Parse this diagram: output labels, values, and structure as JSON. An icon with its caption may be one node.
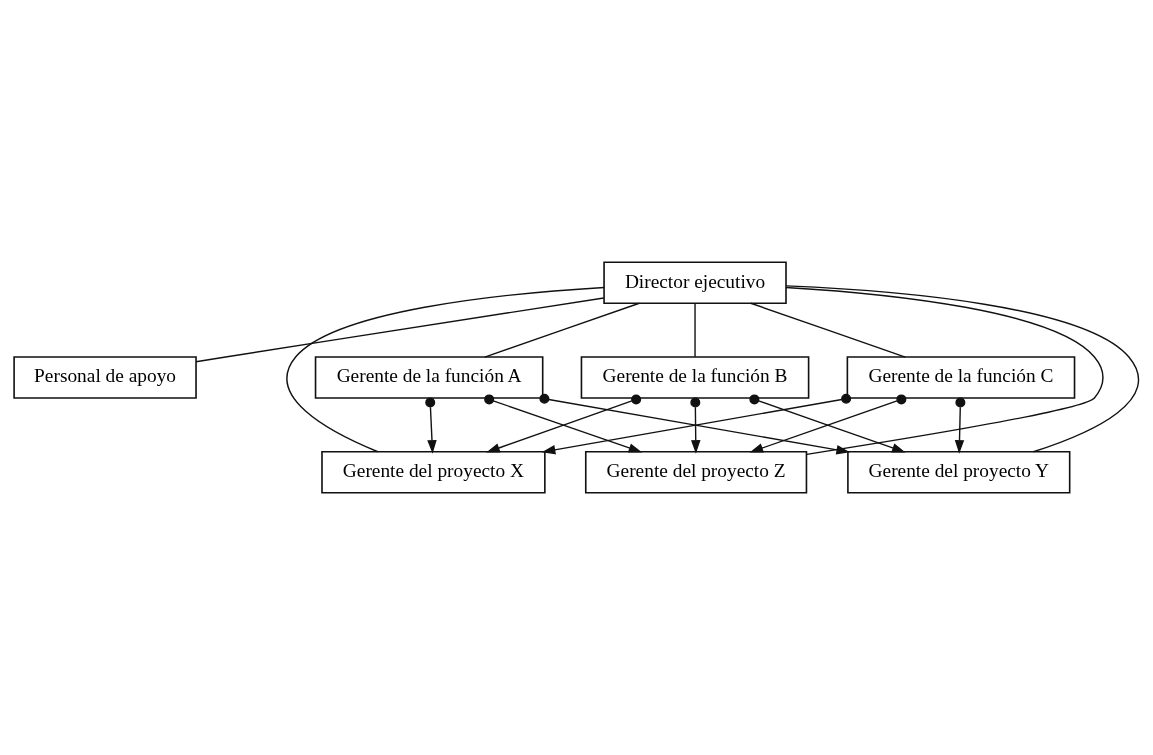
{
  "diagram": {
    "nodes": [
      {
        "text": [
          "Director ejecutivo"
        ]
      },
      {
        "text": [
          "Personal de apoyo"
        ]
      },
      {
        "text": [
          "Gerente de la función A"
        ]
      },
      {
        "text": [
          "Gerente de la función B"
        ]
      },
      {
        "text": [
          "Gerente de la función C"
        ]
      },
      {
        "text": [
          "Gerente del proyecto X"
        ]
      },
      {
        "text": [
          "Gerente del proyecto Y"
        ]
      },
      {
        "text": [
          "Gerente del proyecto Z"
        ]
      }
    ],
    "edges": [
      {
        "from": 0,
        "to": 1,
        "arrow": "none"
      },
      {
        "from": 0,
        "to": 2,
        "arrow": "none"
      },
      {
        "from": 0,
        "to": 3,
        "arrow": "none"
      },
      {
        "from": 0,
        "to": 4,
        "arrow": "none"
      },
      {
        "from": 0,
        "to": 5,
        "arrow": "none"
      },
      {
        "from": 0,
        "to": 6,
        "arrow": "none"
      },
      {
        "from": 0,
        "to": 7,
        "arrow": "none"
      },
      {
        "from": 2,
        "to": 5,
        "arrow": "to"
      },
      {
        "from": 2,
        "to": 6,
        "arrow": "to"
      },
      {
        "from": 2,
        "to": 7,
        "arrow": "to"
      },
      {
        "from": 3,
        "to": 5,
        "arrow": "to"
      },
      {
        "from": 3,
        "to": 6,
        "arrow": "to"
      },
      {
        "from": 3,
        "to": 7,
        "arrow": "to"
      },
      {
        "from": 4,
        "to": 5,
        "arrow": "to"
      },
      {
        "from": 4,
        "to": 6,
        "arrow": "to"
      },
      {
        "from": 4,
        "to": 7,
        "arrow": "to"
      }
    ]
  }
}
